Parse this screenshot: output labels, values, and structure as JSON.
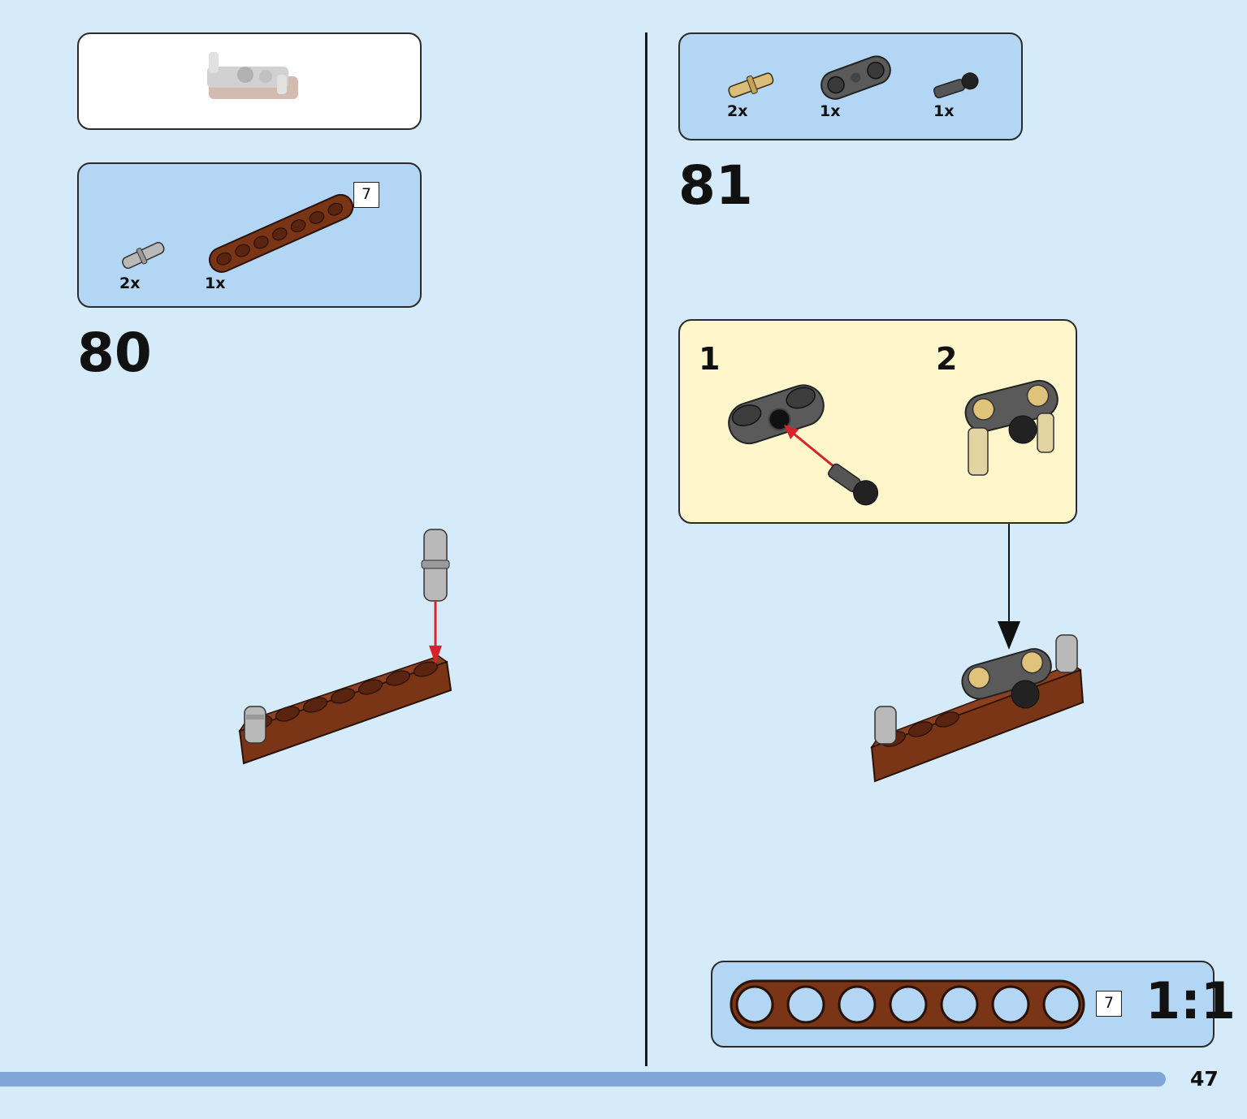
{
  "step80": {
    "number": "80",
    "parts": [
      {
        "qty": "2x",
        "icon": "gray-pin-icon"
      },
      {
        "qty": "1x",
        "icon": "brown-beam-7-icon",
        "length": "7"
      }
    ]
  },
  "step81": {
    "number": "81",
    "parts": [
      {
        "qty": "2x",
        "icon": "tan-axle-pin-icon"
      },
      {
        "qty": "1x",
        "icon": "dark-gray-connector-icon"
      },
      {
        "qty": "1x",
        "icon": "ball-joint-pin-icon"
      }
    ],
    "substeps": [
      "1",
      "2"
    ]
  },
  "scale_guide": {
    "length": "7",
    "ratio": "1:1"
  },
  "page": {
    "number": "47"
  },
  "colors": {
    "background": "#d6ebf9",
    "parts_box": "#b3d6f5",
    "substep_box": "#fff6cc",
    "beam_brown": "#7a3517",
    "arrow_red": "#d9222a",
    "progress_bar": "#7fa6d6"
  }
}
